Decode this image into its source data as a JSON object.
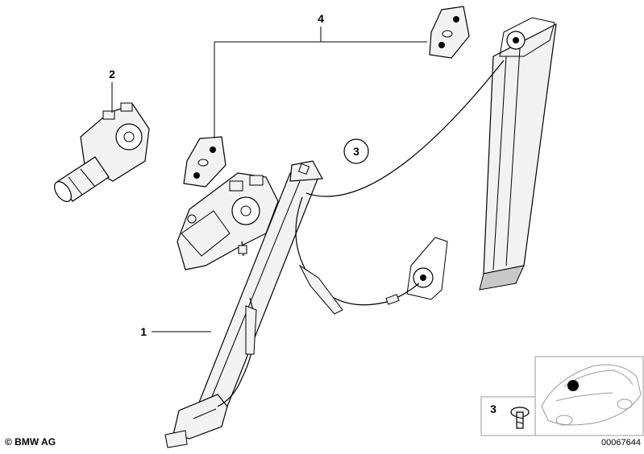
{
  "diagram": {
    "callouts": {
      "part_1": "1",
      "part_2": "2",
      "part_3_circle": "3",
      "part_3_box": "3",
      "part_4": "4"
    },
    "copyright": "© BMW AG",
    "document_number": "00067644"
  },
  "colors": {
    "line": "#000000",
    "background": "#ffffff",
    "part_fill": "#f2f2f2",
    "part_shade": "#c8c8c8",
    "marker": "#000000"
  }
}
